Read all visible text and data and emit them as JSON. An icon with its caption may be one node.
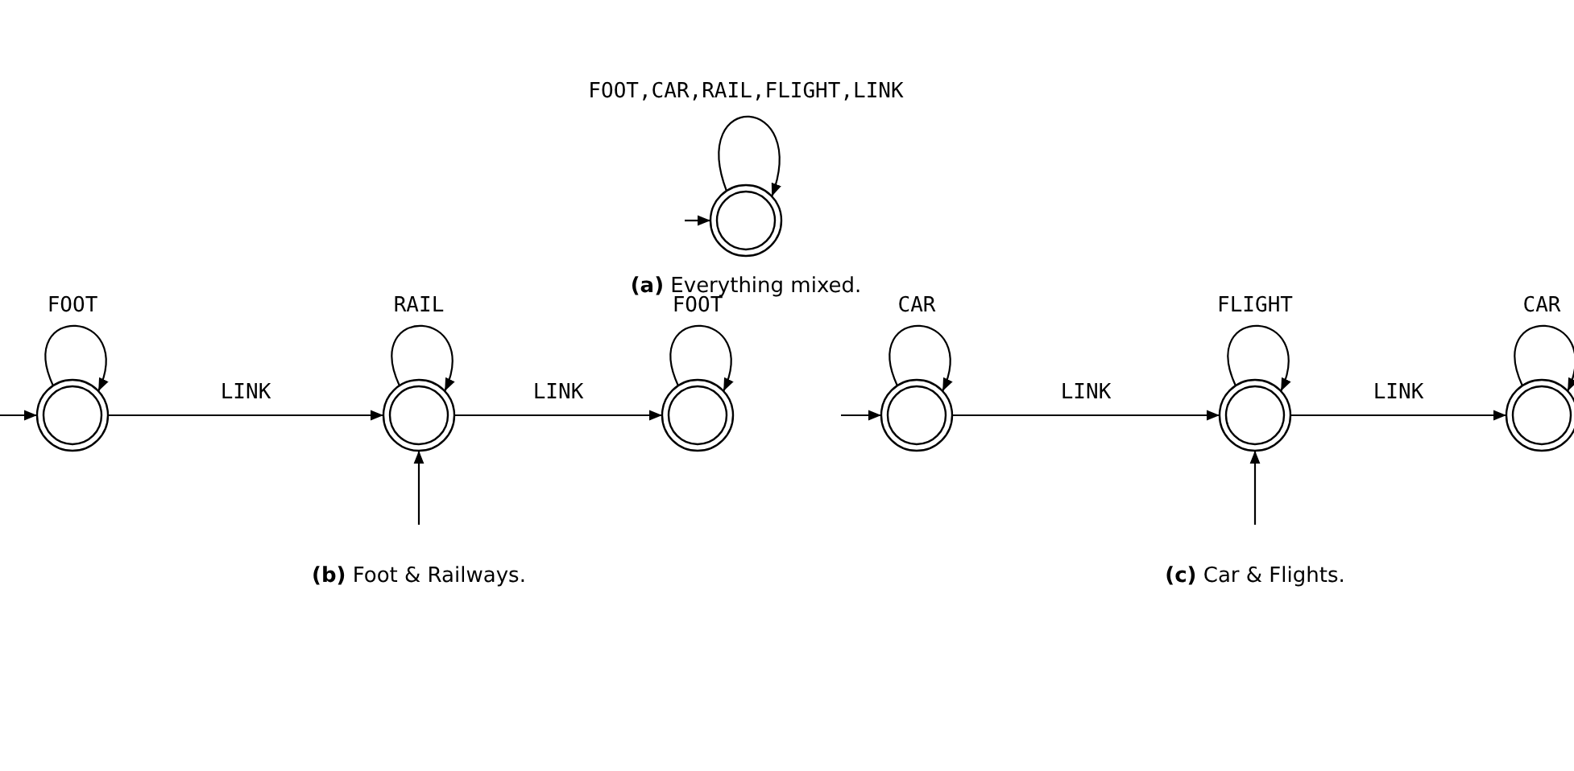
{
  "diagram": {
    "nodes": [
      {
        "text": [],
        "shape": "circle"
      },
      {
        "text": [],
        "shape": "circle"
      },
      {
        "text": [],
        "shape": "circle"
      },
      {
        "text": [],
        "shape": "circle"
      },
      {
        "text": [],
        "shape": "circle"
      },
      {
        "text": [],
        "shape": "circle"
      },
      {
        "text": [],
        "shape": "circle"
      }
    ],
    "edges": [
      {
        "from": null,
        "to": 0,
        "arrow": "to"
      },
      {
        "from": 0,
        "to": 0,
        "arrow": "to",
        "label": "FOOT,CAR,RAIL,FLIGHT,LINK"
      },
      {
        "from": null,
        "to": 1,
        "arrow": "to"
      },
      {
        "from": 1,
        "to": 1,
        "arrow": "to",
        "label": "FOOT"
      },
      {
        "from": 1,
        "to": 2,
        "arrow": "to",
        "label": "LINK"
      },
      {
        "from": 2,
        "to": 2,
        "arrow": "to",
        "label": "RAIL"
      },
      {
        "from": 2,
        "to": 3,
        "arrow": "to",
        "label": "LINK"
      },
      {
        "from": null,
        "to": 2,
        "arrow": "to"
      },
      {
        "from": 3,
        "to": 3,
        "arrow": "to",
        "label": "FOOT"
      },
      {
        "from": null,
        "to": 4,
        "arrow": "to"
      },
      {
        "from": 4,
        "to": 4,
        "arrow": "to",
        "label": "CAR"
      },
      {
        "from": 4,
        "to": 5,
        "arrow": "to",
        "label": "LINK"
      },
      {
        "from": 5,
        "to": 5,
        "arrow": "to",
        "label": "FLIGHT"
      },
      {
        "from": 5,
        "to": 6,
        "arrow": "to",
        "label": "LINK"
      },
      {
        "from": null,
        "to": 5,
        "arrow": "to"
      },
      {
        "from": 6,
        "to": 6,
        "arrow": "to",
        "label": "CAR"
      }
    ],
    "labels": [
      "**(a)** Everything mixed.",
      "**(b)** Foot & Railways.",
      "**(c)** Car & Flights."
    ]
  }
}
